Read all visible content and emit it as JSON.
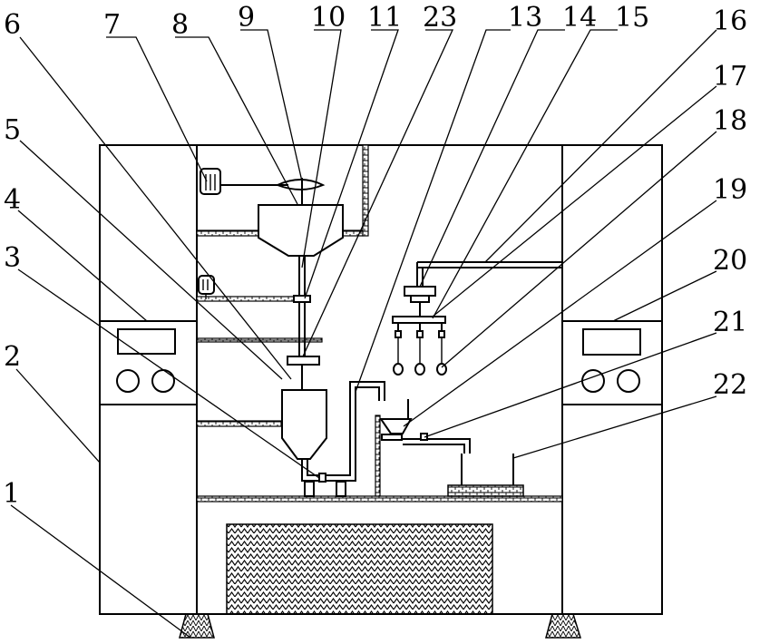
{
  "labels": [
    {
      "id": "1",
      "text": "1"
    },
    {
      "id": "2",
      "text": "2"
    },
    {
      "id": "3",
      "text": "3"
    },
    {
      "id": "4",
      "text": "4"
    },
    {
      "id": "5",
      "text": "5"
    },
    {
      "id": "6",
      "text": "6"
    },
    {
      "id": "7",
      "text": "7"
    },
    {
      "id": "8",
      "text": "8"
    },
    {
      "id": "9",
      "text": "9"
    },
    {
      "id": "10",
      "text": "10"
    },
    {
      "id": "11",
      "text": "11"
    },
    {
      "id": "23",
      "text": "23"
    },
    {
      "id": "13",
      "text": "13"
    },
    {
      "id": "14",
      "text": "14"
    },
    {
      "id": "15",
      "text": "15"
    },
    {
      "id": "16",
      "text": "16"
    },
    {
      "id": "17",
      "text": "17"
    },
    {
      "id": "18",
      "text": "18"
    },
    {
      "id": "19",
      "text": "19"
    },
    {
      "id": "20",
      "text": "20"
    },
    {
      "id": "21",
      "text": "21"
    },
    {
      "id": "22",
      "text": "22"
    }
  ]
}
